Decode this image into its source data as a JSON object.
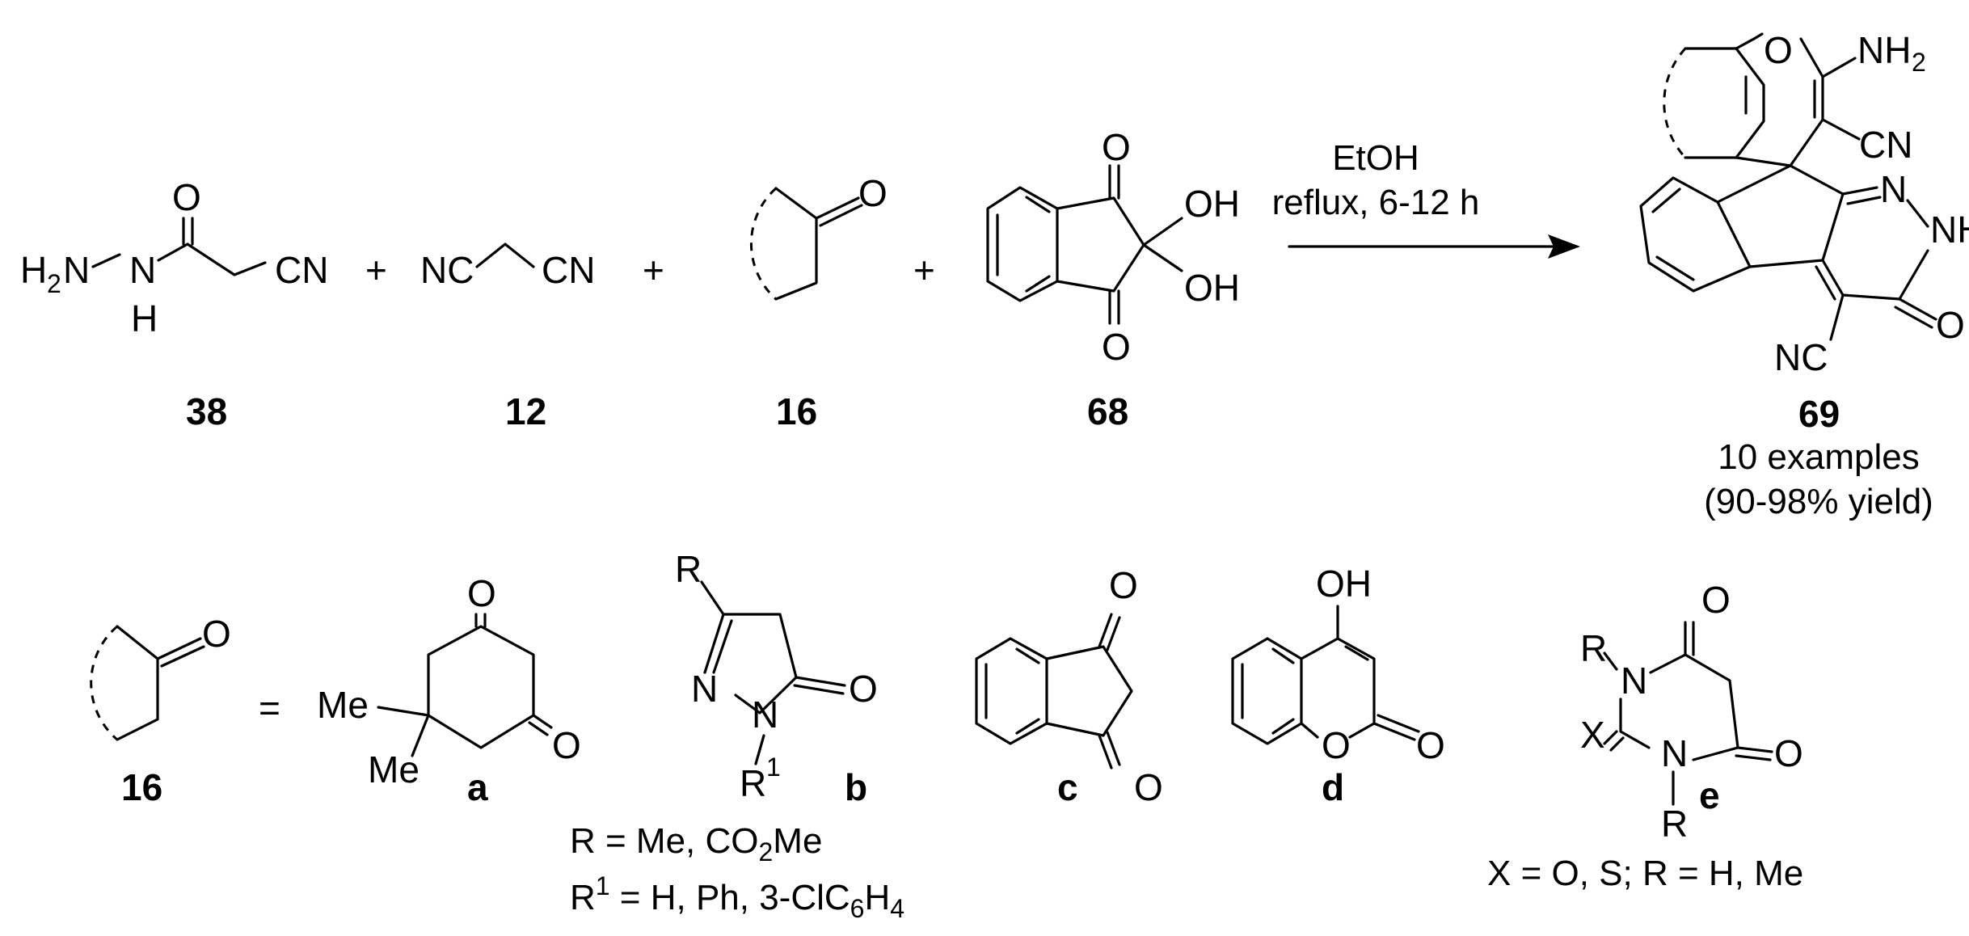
{
  "reagents": {
    "r38_label": "38",
    "r12_label": "12",
    "r16_label": "16",
    "r68_label": "68",
    "plus": "+"
  },
  "atoms": {
    "O": "O",
    "N": "N",
    "H": "H",
    "NH": "NH",
    "OH": "OH",
    "CN": "CN",
    "NC": "NC",
    "H2": "H",
    "two": "2",
    "NH2": "NH",
    "Me": "Me",
    "R": "R",
    "R1": "R",
    "one": "1",
    "X": "X"
  },
  "conditions": {
    "solvent": "EtOH",
    "temp_time": "reflux, 6-12 h"
  },
  "product": {
    "label": "69",
    "examples": "10 examples",
    "yield": "(90-98% yield)"
  },
  "definitions": {
    "equals": "=",
    "sub_labels": [
      "a",
      "b",
      "c",
      "d",
      "e"
    ],
    "b_R_line_pre": "R = Me, CO",
    "b_R_line_sub": "2",
    "b_R_line_post": "Me",
    "b_R1_line_R": "R",
    "b_R1_line_sup": "1",
    "b_R1_line_mid": " = H, Ph, 3-ClC",
    "b_R1_line_sub1": "6",
    "b_R1_line_mid2": "H",
    "b_R1_line_sub2": "4",
    "e_line": "X = O, S; R = H, Me"
  }
}
